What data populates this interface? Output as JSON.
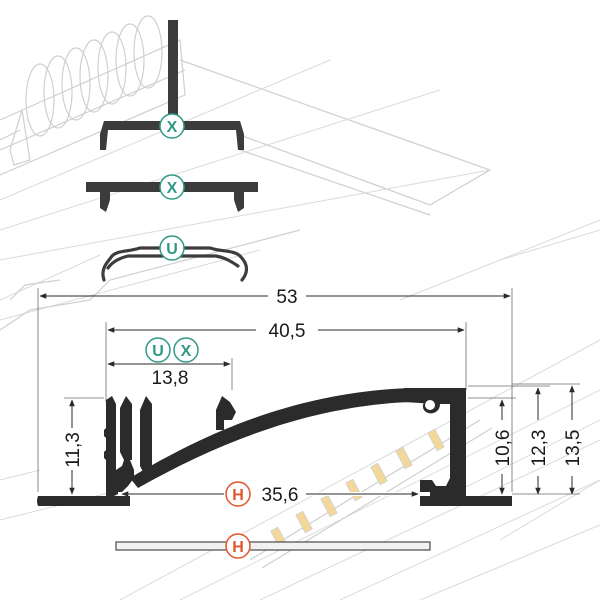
{
  "colors": {
    "profile": "#2b2b2b",
    "ghost": "#cfcfcf",
    "badge_x": "#2e9a86",
    "badge_u": "#2e9a86",
    "badge_h": "#e0562a",
    "led_yellow": "#f3d89a"
  },
  "badges": {
    "x_top": "X",
    "x_mid": "X",
    "u_clip": "U",
    "u_dim": "U",
    "x_dim": "X",
    "h_dim": "H",
    "h_strip": "H"
  },
  "dimensions": {
    "overall_width": "53",
    "inner_width": "40,5",
    "ux_width": "13,8",
    "h_width": "35,6",
    "left_height": "11,3",
    "right_h1": "10,6",
    "right_h2": "12,3",
    "right_h3": "13,5"
  }
}
